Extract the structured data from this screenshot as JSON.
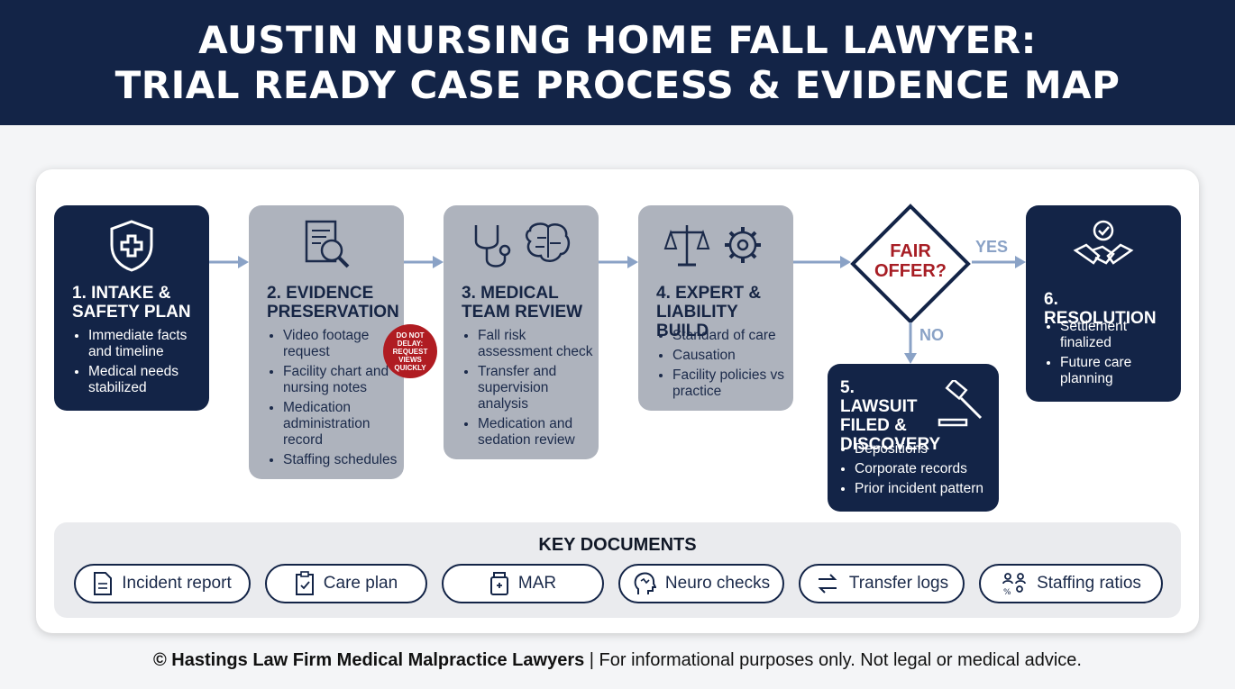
{
  "header": {
    "line1": "AUSTIN NURSING HOME FALL LAWYER:",
    "line2": "TRIAL READY CASE PROCESS & EVIDENCE MAP"
  },
  "steps": [
    {
      "title": "1. INTAKE & SAFETY PLAN",
      "icon": "shield-cross-icon",
      "bullets": [
        "Immediate facts and timeline",
        "Medical needs stabilized"
      ]
    },
    {
      "title": "2. EVIDENCE PRESERVATION",
      "icon": "document-magnifier-icon",
      "bullets": [
        "Video footage request",
        "Facility chart and nursing notes",
        "Medication administration record",
        "Staffing schedules"
      ]
    },
    {
      "title": "3. MEDICAL TEAM REVIEW",
      "icon": "stethoscope-brain-icon",
      "bullets": [
        "Fall risk assessment check",
        "Transfer and supervision analysis",
        "Medication and sedation review"
      ]
    },
    {
      "title": "4. EXPERT & LIABILITY BUILD",
      "icon": "scales-gear-icon",
      "bullets": [
        "Standard of care",
        "Causation",
        "Facility policies vs practice"
      ]
    },
    {
      "title": "5. LAWSUIT FILED & DISCOVERY",
      "icon": "gavel-icon",
      "bullets": [
        "Depositions",
        "Corporate records",
        "Prior incident pattern"
      ]
    },
    {
      "title": "6. RESOLUTION",
      "icon": "handshake-check-icon",
      "bullets": [
        "Settlement finalized",
        "Future care planning"
      ]
    }
  ],
  "badge": "DO NOT DELAY: REQUEST VIEWS QUICKLY",
  "decision": {
    "label": "FAIR OFFER?",
    "yes": "YES",
    "no": "NO"
  },
  "documents": {
    "title": "KEY DOCUMENTS",
    "items": [
      {
        "label": "Incident report",
        "icon": "document-icon"
      },
      {
        "label": "Care plan",
        "icon": "clipboard-icon"
      },
      {
        "label": "MAR",
        "icon": "medicine-bottle-icon"
      },
      {
        "label": "Neuro checks",
        "icon": "head-brain-icon"
      },
      {
        "label": "Transfer logs",
        "icon": "transfer-arrows-icon"
      },
      {
        "label": "Staffing ratios",
        "icon": "people-ratio-icon"
      }
    ]
  },
  "footer": {
    "firm": "© Hastings Law Firm Medical Malpractice Lawyers",
    "disclaimer": " | For informational purposes only. Not legal or medical advice."
  },
  "colors": {
    "navy": "#132447",
    "gray_card": "#aeb3bd",
    "red": "#a71d24",
    "arrow": "#8aa2c6"
  }
}
